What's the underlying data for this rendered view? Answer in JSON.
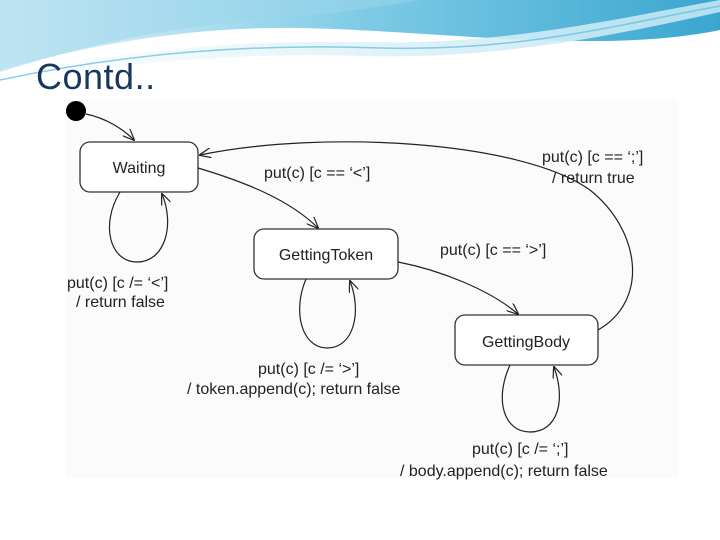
{
  "slide": {
    "title": "Contd.."
  },
  "states": {
    "waiting": "Waiting",
    "getting_token": "GettingToken",
    "getting_body": "GettingBody"
  },
  "transitions": {
    "waiting_to_token": "put(c) [c == ‘<’]",
    "token_to_body": "put(c) [c == ‘>’]",
    "body_to_waiting_guard": "put(c) [c == ‘;’]",
    "body_to_waiting_action": "/ return true",
    "waiting_self_guard": "put(c) [c /= ‘<’]",
    "waiting_self_action": "/ return false",
    "token_self_guard": "put(c) [c /= ‘>’]",
    "token_self_action": "/ token.append(c); return false",
    "body_self_guard": "put(c) [c /= ‘;’]",
    "body_self_action": "/ body.append(c); return false"
  }
}
